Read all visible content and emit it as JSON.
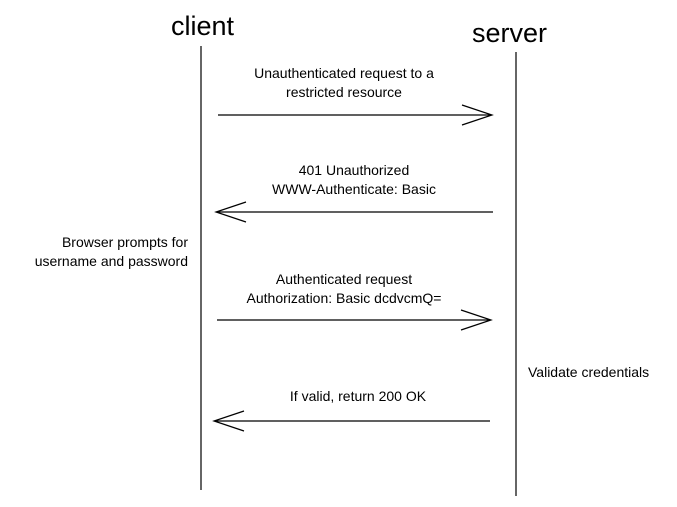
{
  "lanes": {
    "client_label": "client",
    "server_label": "server"
  },
  "messages": [
    {
      "lines": [
        "Unauthenticated request to a",
        "restricted resource"
      ],
      "direction": "client-to-server"
    },
    {
      "lines": [
        "401 Unauthorized",
        "WWW-Authenticate: Basic"
      ],
      "direction": "server-to-client"
    },
    {
      "lines": [
        "Authenticated request",
        "Authorization: Basic dcdvcmQ="
      ],
      "direction": "client-to-server"
    },
    {
      "lines": [
        "If valid, return 200 OK"
      ],
      "direction": "server-to-client"
    }
  ],
  "notes": {
    "browser_prompt": [
      "Browser prompts for",
      "username and password"
    ],
    "validate": "Validate credentials"
  },
  "colors": {
    "line": "#000000",
    "background": "#ffffff"
  }
}
